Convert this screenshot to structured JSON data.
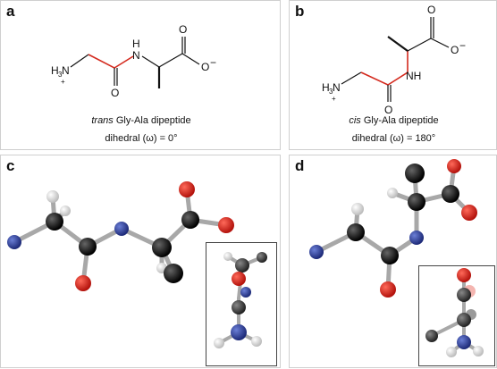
{
  "panels": {
    "a": {
      "label": "a",
      "caption_italic": "trans",
      "caption_rest": " Gly-Ala dipeptide",
      "dihedral": "dihedral (ω) = 0°"
    },
    "b": {
      "label": "b",
      "caption_italic": "cis",
      "caption_rest": " Gly-Ala dipeptide",
      "dihedral": "dihedral (ω) = 180°"
    },
    "c": {
      "label": "c"
    },
    "d": {
      "label": "d"
    }
  },
  "atoms": {
    "H3N": "H",
    "H3N_sub": "3",
    "H3N_N": "N",
    "plus": "+",
    "NH_a": "N",
    "H_a": "H",
    "NH_b": "NH",
    "O": "O",
    "O_minus": "O",
    "minus": "−"
  },
  "colors": {
    "bond_red": "#d42a1e",
    "carbon": "#111111",
    "oxygen": "#d3201b",
    "nitrogen": "#2d3f9a",
    "hydrogen": "#f2f2f2",
    "bond_grey": "#a8a8a8"
  }
}
